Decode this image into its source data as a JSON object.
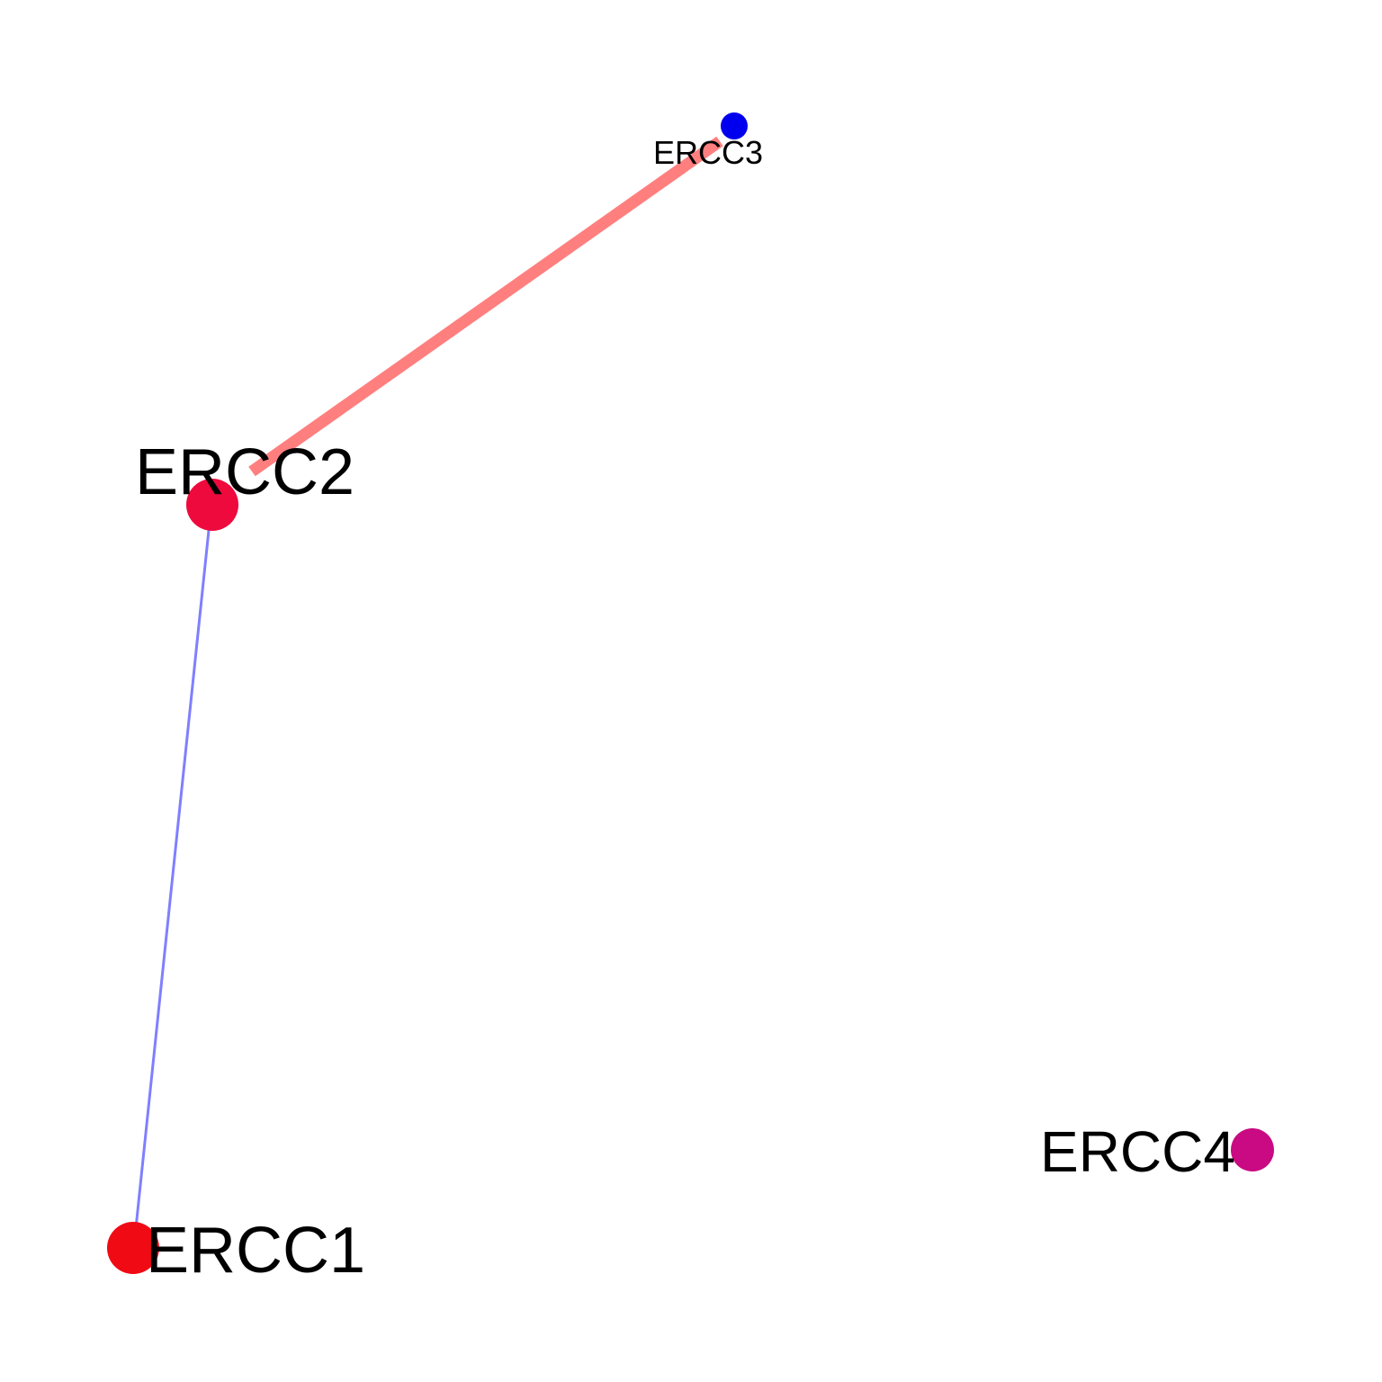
{
  "nodes": [
    {
      "id": "ERCC1",
      "label": "ERCC1",
      "color": "#f00a14"
    },
    {
      "id": "ERCC2",
      "label": "ERCC2",
      "color": "#ee0a3c"
    },
    {
      "id": "ERCC3",
      "label": "ERCC3",
      "color": "#0000ef"
    },
    {
      "id": "ERCC4",
      "label": "ERCC4",
      "color": "#c90a82"
    }
  ],
  "edges": [
    {
      "source": "ERCC2",
      "target": "ERCC3",
      "color": "#ff7f7f"
    },
    {
      "source": "ERCC2",
      "target": "ERCC1",
      "color": "#7f7fff"
    }
  ]
}
